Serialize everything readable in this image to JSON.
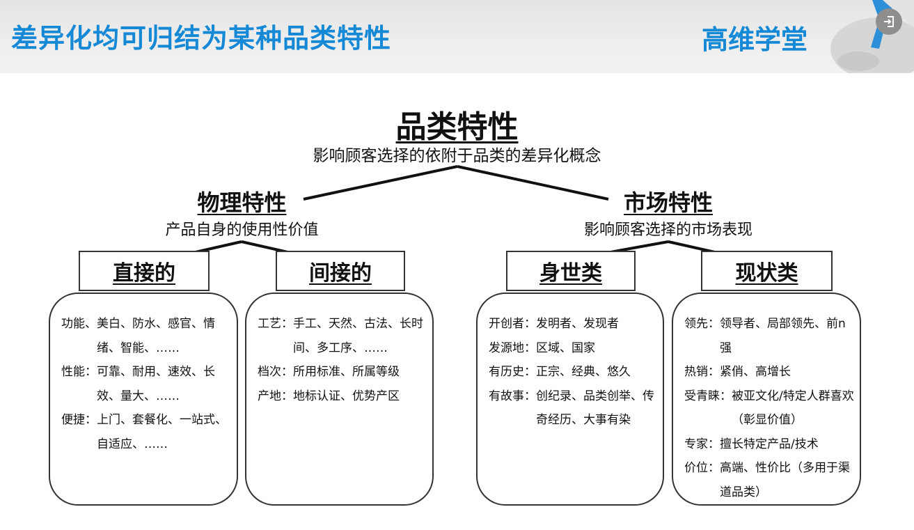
{
  "header": {
    "title": "差异化均可归结为某种品类特性",
    "brand": "高维学堂",
    "exit_icon": "exit-icon"
  },
  "root": {
    "title": "品类特性",
    "subtitle": "影响顾客选择的依附于品类的差异化概念"
  },
  "branches": {
    "physical": {
      "title": "物理特性",
      "subtitle": "产品自身的使用性价值"
    },
    "market": {
      "title": "市场特性",
      "subtitle": "影响顾客选择的市场表现"
    }
  },
  "categories": {
    "direct": {
      "label": "直接的",
      "rows": [
        {
          "key": "功能、",
          "value": "美白、防水、感官、情绪、智能、……"
        },
        {
          "key": "性能：",
          "value": "可靠、耐用、速效、长效、量大、……"
        },
        {
          "key": "便捷：",
          "value": "上门、套餐化、一站式、自适应、……"
        }
      ]
    },
    "indirect": {
      "label": "间接的",
      "rows": [
        {
          "key": "工艺：",
          "value": "手工、天然、古法、长时间、多工序、……"
        },
        {
          "key": "档次：",
          "value": "所用标准、所属等级"
        },
        {
          "key": "产地：",
          "value": "地标认证、优势产区"
        }
      ]
    },
    "origin": {
      "label": "身世类",
      "rows": [
        {
          "key": "开创者：",
          "value": "发明者、发现者"
        },
        {
          "key": "发源地：",
          "value": "区域、国家"
        },
        {
          "key": "有历史：",
          "value": "正宗、经典、悠久"
        },
        {
          "key": "有故事：",
          "value": "创纪录、品类创举、传奇经历、大事有染"
        }
      ]
    },
    "status": {
      "label": "现状类",
      "rows": [
        {
          "key": "领先：",
          "value": "领导者、局部领先、前n强"
        },
        {
          "key": "热销：",
          "value": "紧俏、高增长"
        },
        {
          "key": "受青睐：",
          "value": "被亚文化/特定人群喜欢（彰显价值）"
        },
        {
          "key": "专家：",
          "value": "擅长特定产品/技术"
        },
        {
          "key": "价位：",
          "value": "高端、性价比（多用于渠道品类）"
        }
      ]
    }
  }
}
